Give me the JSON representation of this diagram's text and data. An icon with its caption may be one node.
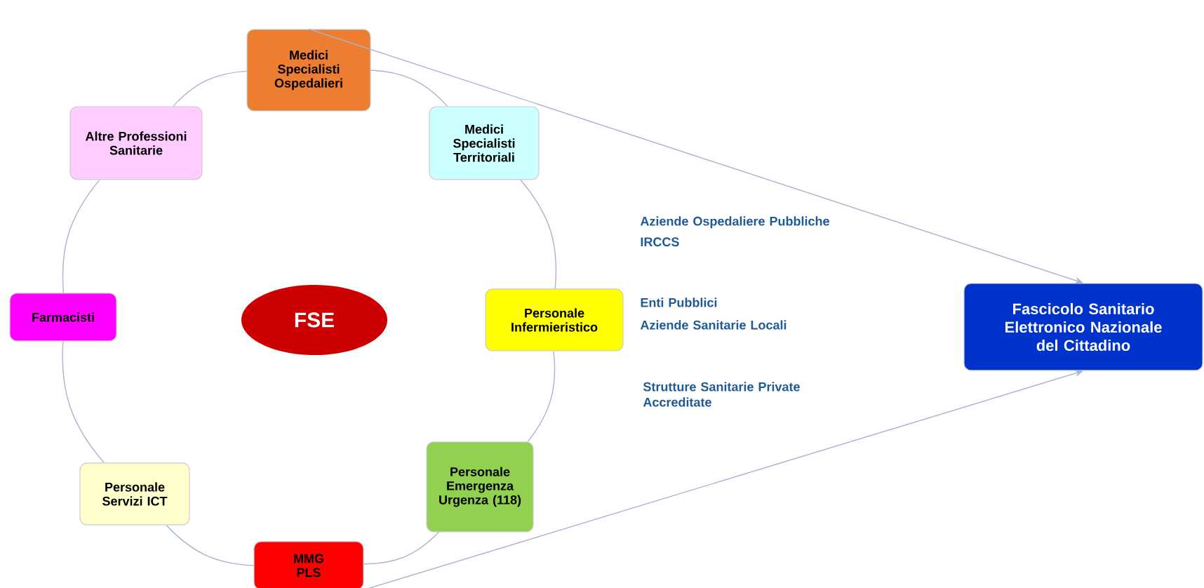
{
  "diagram": {
    "nodes": [
      {
        "text": [
          "Medici Specialisti Ospedalieri"
        ]
      },
      {
        "text": [
          "Altre Professioni Sanitarie"
        ]
      },
      {
        "text": [
          "Medici Specialisti Territoriali"
        ]
      },
      {
        "text": [
          "Farmacisti"
        ]
      },
      {
        "text": [
          "FSE"
        ]
      },
      {
        "text": [
          "Personale Infermieristico"
        ]
      },
      {
        "text": [
          "Personale Servizi ICT"
        ]
      },
      {
        "text": [
          "Personale Emergenza Urgenza (118)"
        ]
      },
      {
        "text": [
          "MMG PLS"
        ]
      },
      {
        "text": [
          "Fascicolo Sanitario Elettronico Nazionale del Cittadino"
        ]
      }
    ],
    "edges": [
      {
        "from": 0,
        "to": 2,
        "arrow": "none"
      },
      {
        "from": 2,
        "to": 5,
        "arrow": "none"
      },
      {
        "from": 5,
        "to": 7,
        "arrow": "none"
      },
      {
        "from": 7,
        "to": 8,
        "arrow": "none"
      },
      {
        "from": 8,
        "to": 6,
        "arrow": "none"
      },
      {
        "from": 6,
        "to": 3,
        "arrow": "none"
      },
      {
        "from": 3,
        "to": 1,
        "arrow": "none"
      },
      {
        "from": 1,
        "to": 0,
        "arrow": "none"
      },
      {
        "from": 0,
        "to": 9,
        "arrow": "to"
      },
      {
        "from": 8,
        "to": 9,
        "arrow": "to"
      }
    ],
    "labels": [
      "Aziende Ospedaliere Pubbliche",
      "IRCCS",
      "Enti Pubblici",
      "Aziende Sanitarie Locali",
      "Strutture Sanitarie Private Accreditate"
    ]
  }
}
